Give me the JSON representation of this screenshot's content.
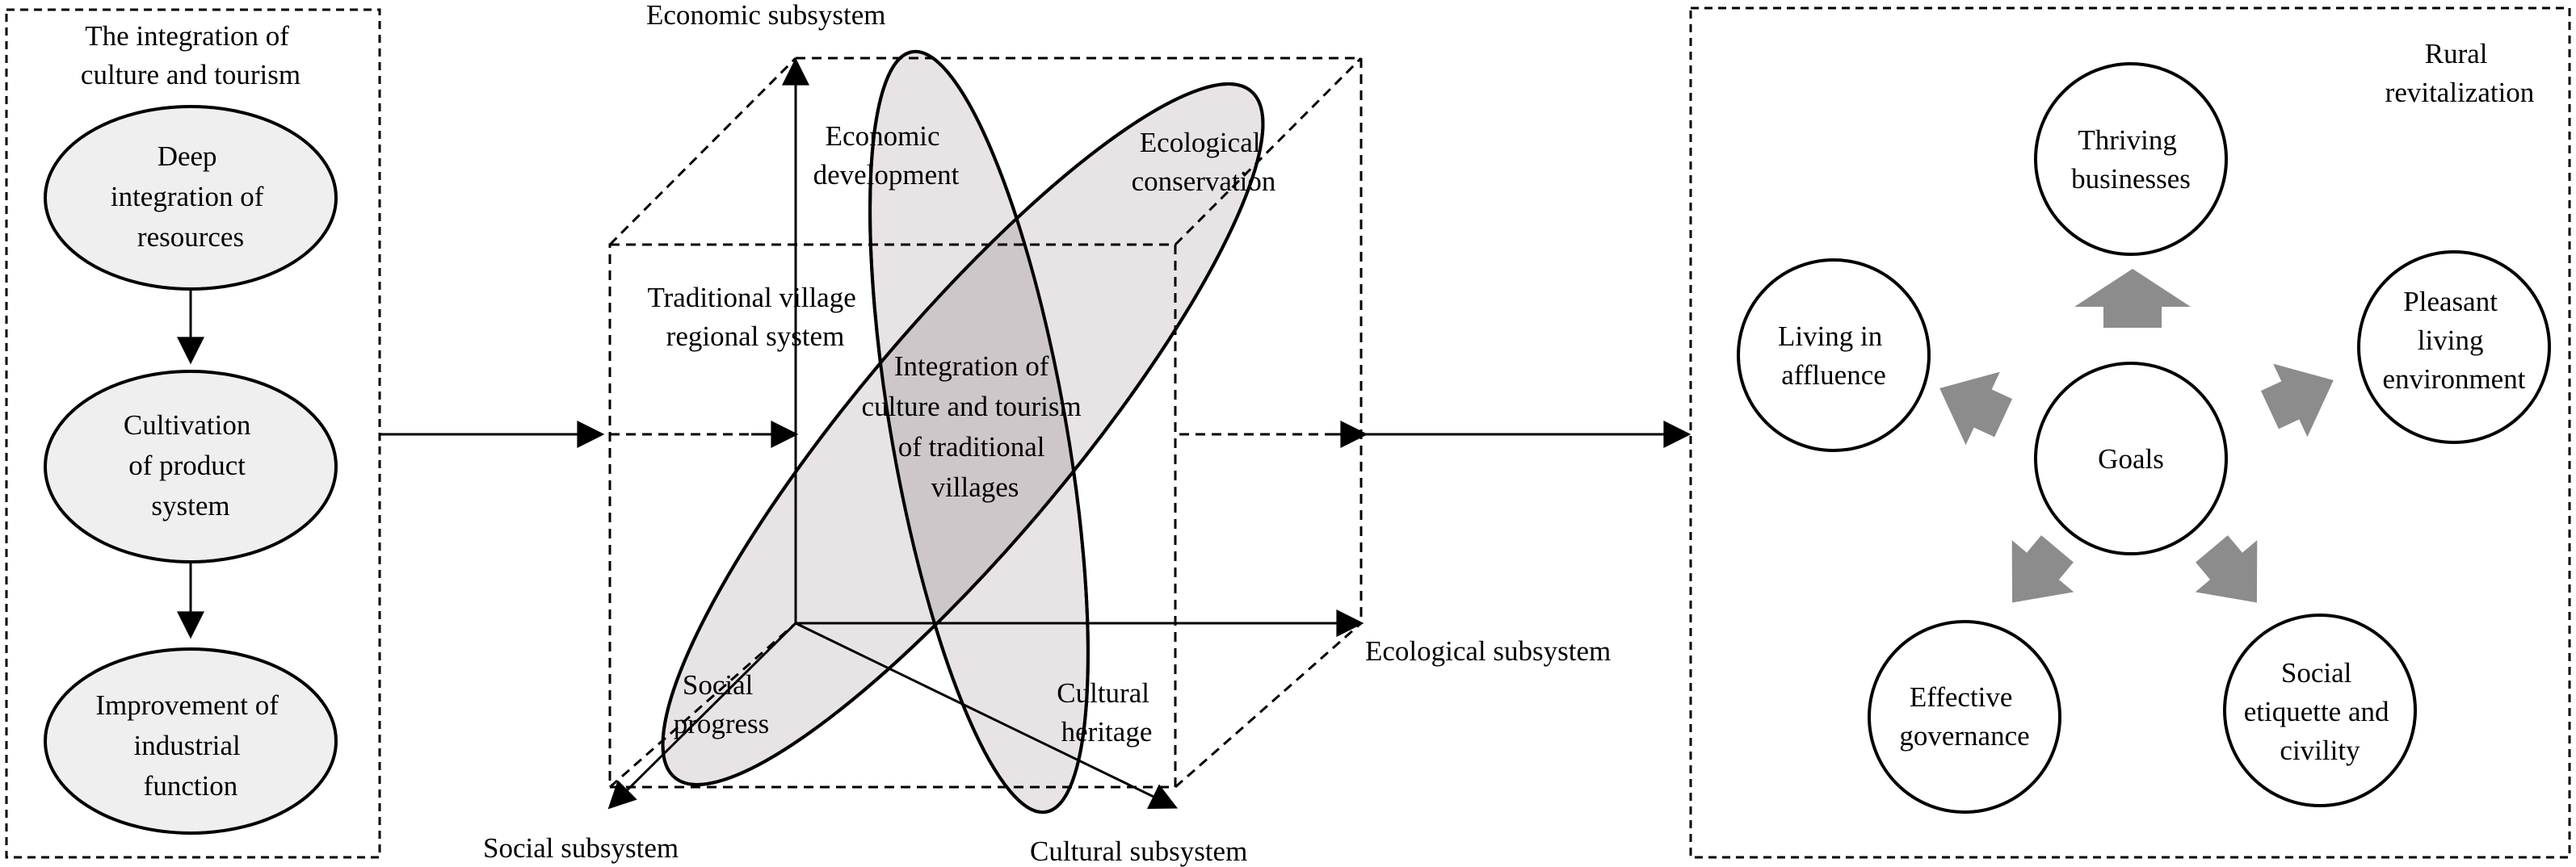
{
  "left_panel": {
    "title_lines": [
      "The integration of",
      "culture and tourism"
    ],
    "steps": [
      {
        "lines": [
          "Deep",
          "integration of",
          "resources"
        ]
      },
      {
        "lines": [
          "Cultivation",
          "of product",
          "system"
        ]
      },
      {
        "lines": [
          "Improvement of",
          "industrial",
          "function"
        ]
      }
    ]
  },
  "middle_panel": {
    "axes": {
      "economic": "Economic subsystem",
      "ecological": "Ecological subsystem",
      "social": "Social subsystem",
      "cultural": "Cultural subsystem"
    },
    "region_label_lines": [
      "Traditional village",
      "regional system"
    ],
    "labels": {
      "economic_development": [
        "Economic",
        "development"
      ],
      "ecological_conservation": [
        "Ecological",
        "conservation"
      ],
      "social_progress": [
        "Social",
        "progress"
      ],
      "cultural_heritage": [
        "Cultural",
        "heritage"
      ]
    },
    "center_lines": [
      "Integration of",
      "culture and tourism",
      "of traditional",
      "villages"
    ]
  },
  "right_panel": {
    "title_lines": [
      "Rural",
      "revitalization"
    ],
    "center": "Goals",
    "goals": {
      "thriving_businesses": [
        "Thriving",
        "businesses"
      ],
      "pleasant_living_environment": [
        "Pleasant",
        "living",
        "environment"
      ],
      "social_etiquette": [
        "Social",
        "etiquette and",
        "civility"
      ],
      "effective_governance": [
        "Effective",
        "governance"
      ],
      "living_in_affluence": [
        "Living in",
        "affluence"
      ]
    }
  },
  "colors": {
    "line": "#000000",
    "ellipse_fill": "#e8e3e4",
    "overlap_fill": "#cdc7c9",
    "node_fill": "#efefef",
    "arrow_gray": "#8c8c8c"
  }
}
